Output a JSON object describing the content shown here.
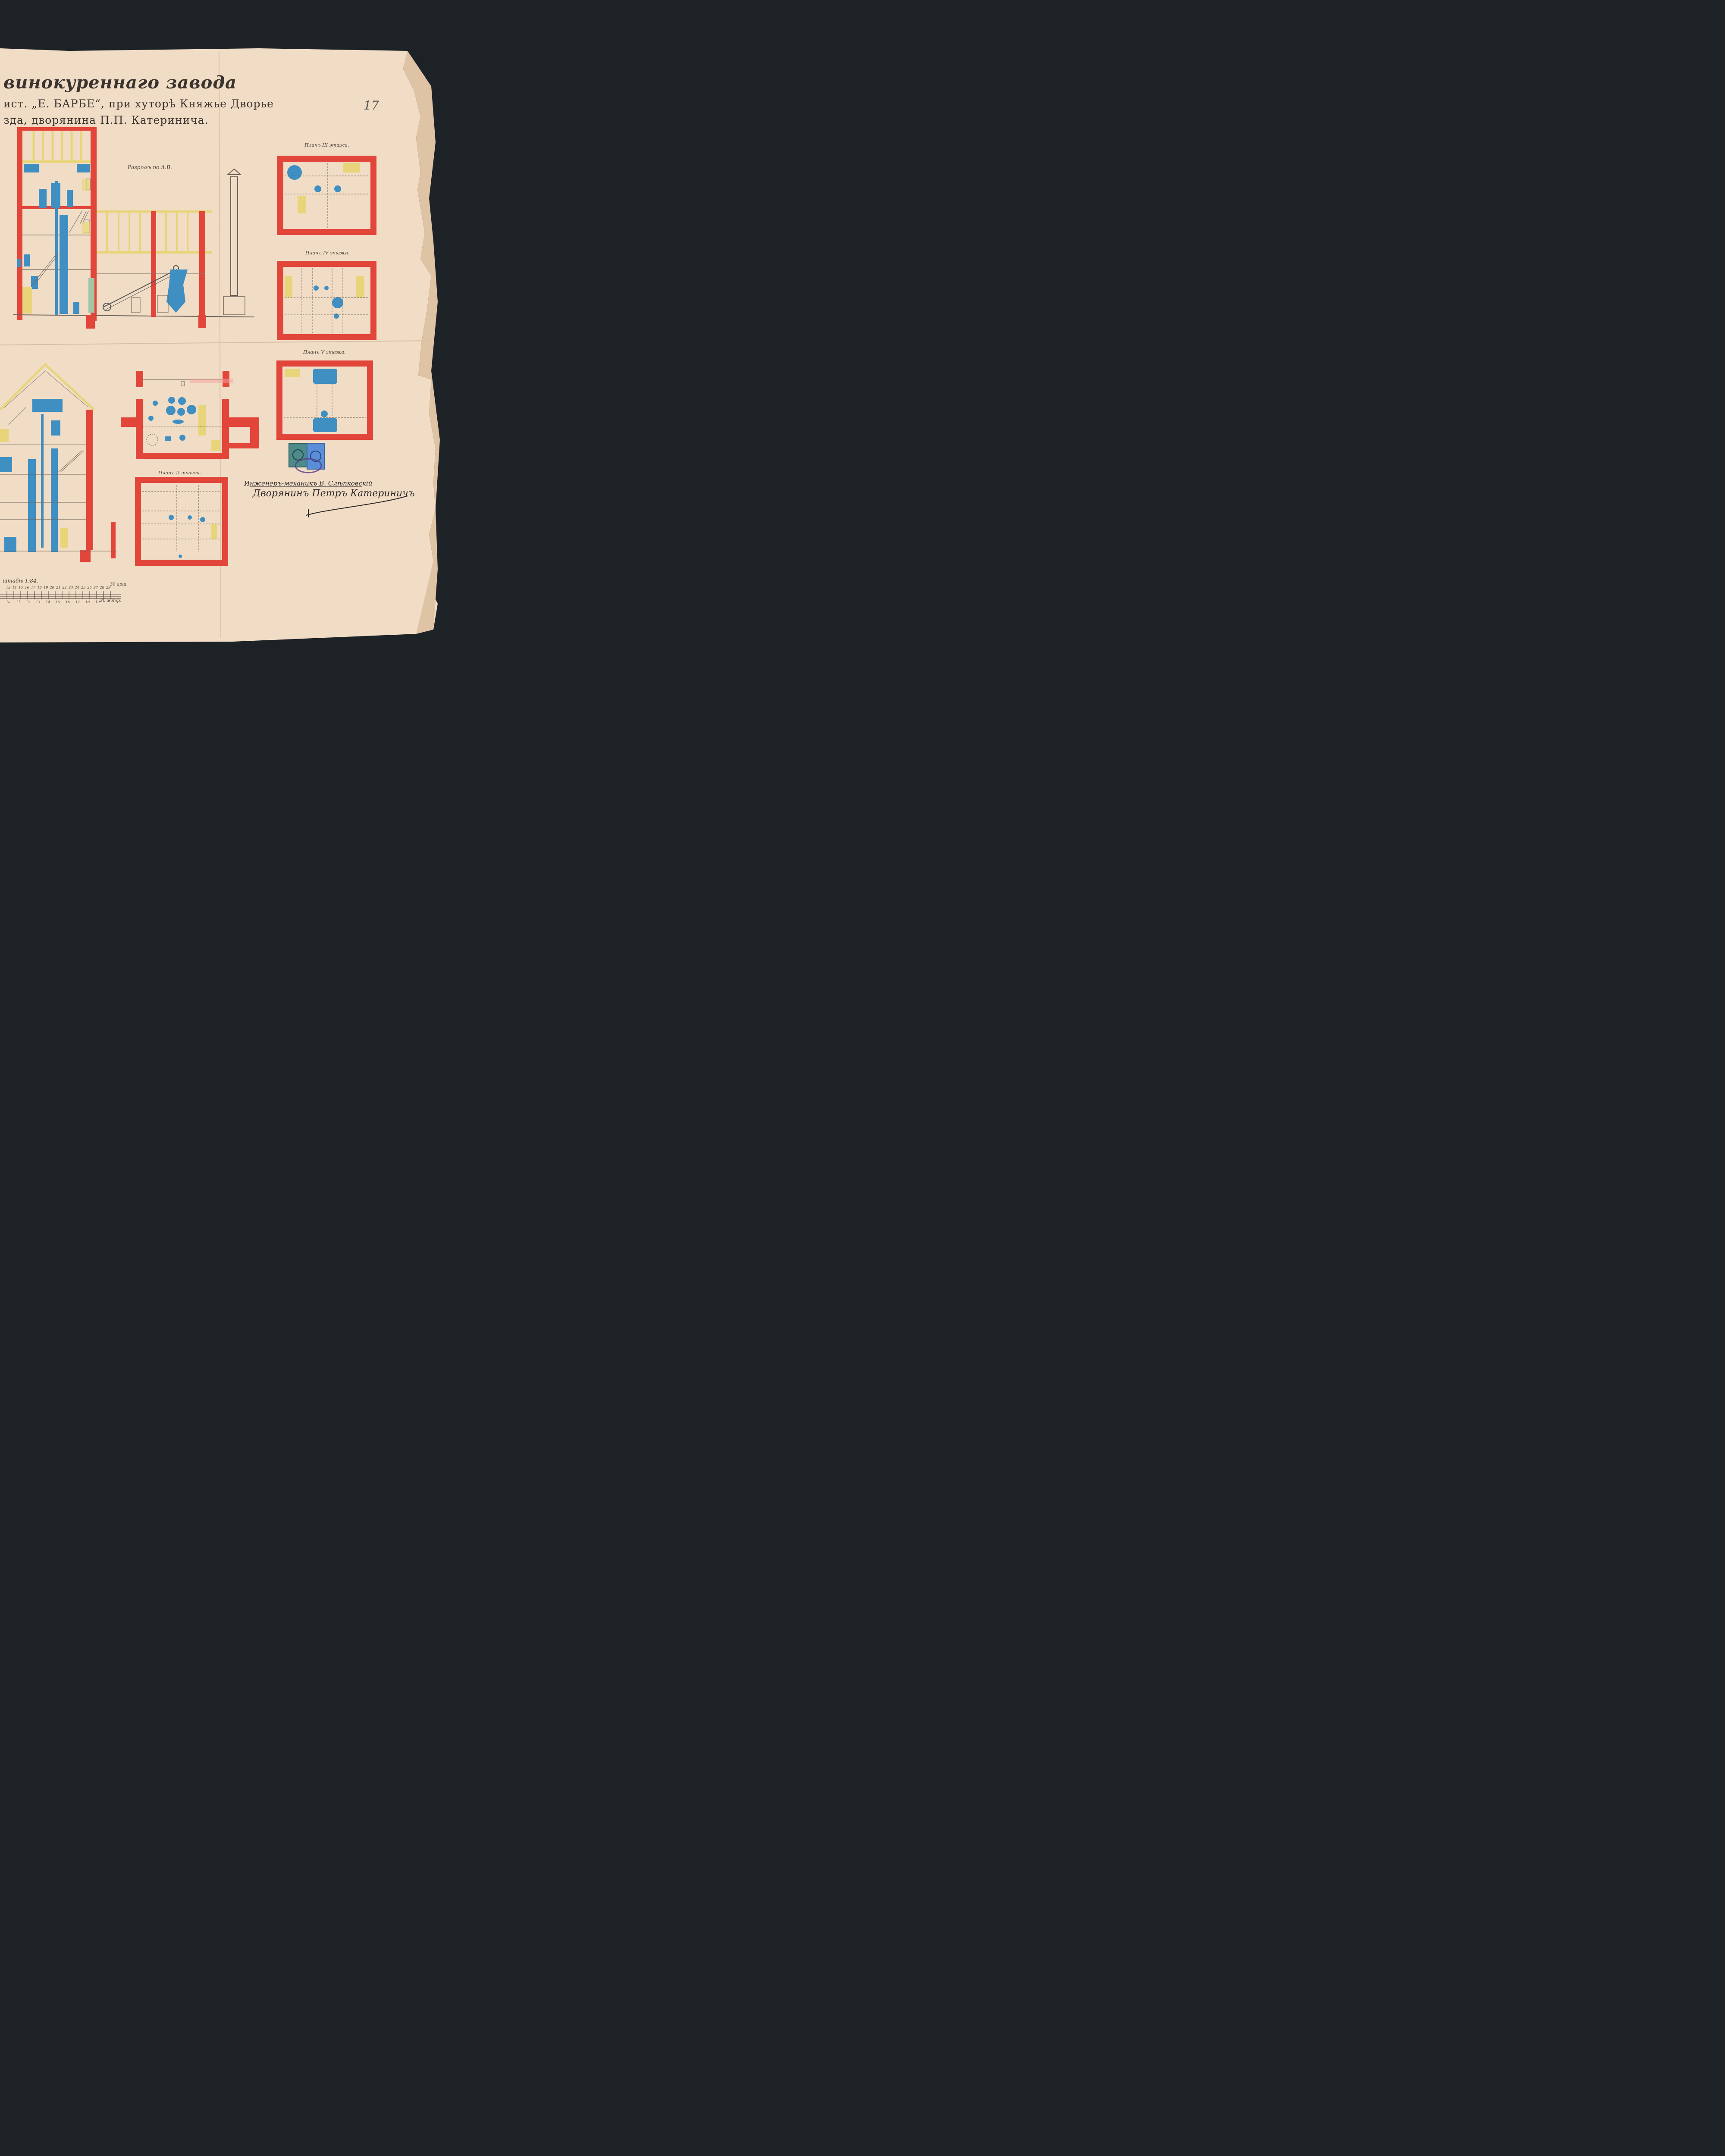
{
  "document": {
    "title_line1": "винокуреннаго завода",
    "title_line2": "ист. „Е. БАРБЕ“, при хуторѣ Княжье Дворье",
    "title_line3": "зда, дворянина П.П. Катеринича.",
    "sheet_number": "17"
  },
  "labels": {
    "section": "Разрѣзъ по А.В.",
    "plan_3": "Планъ III этажа.",
    "plan_4": "Планъ IV этажа.",
    "plan_5": "Планъ V этажа.",
    "plan_2": "Планъ II этажа."
  },
  "scale": {
    "label": "штабѣ 1:84.",
    "top_units": "30 арш.",
    "bottom_units": "20 метр.",
    "top_ticks": [
      "13",
      "14",
      "15",
      "16",
      "17",
      "18",
      "19",
      "20",
      "21",
      "22",
      "23",
      "24",
      "25",
      "26",
      "27",
      "28",
      "29"
    ],
    "bottom_ticks": [
      "10",
      "11",
      "12",
      "13",
      "14",
      "15",
      "16",
      "17",
      "18",
      "19"
    ]
  },
  "signatures": {
    "engineer": "Инженеръ-механикъ В. Слѣпковскій",
    "owner": "Дворянинъ Петръ Катериничъ"
  },
  "colors": {
    "paper": "#f1dcc5",
    "wall_red": "#e2453a",
    "equipment_blue": "#3f8fc2",
    "stair_yellow": "#e8d57a",
    "ink": "#3a3430",
    "background": "#1d2226"
  }
}
